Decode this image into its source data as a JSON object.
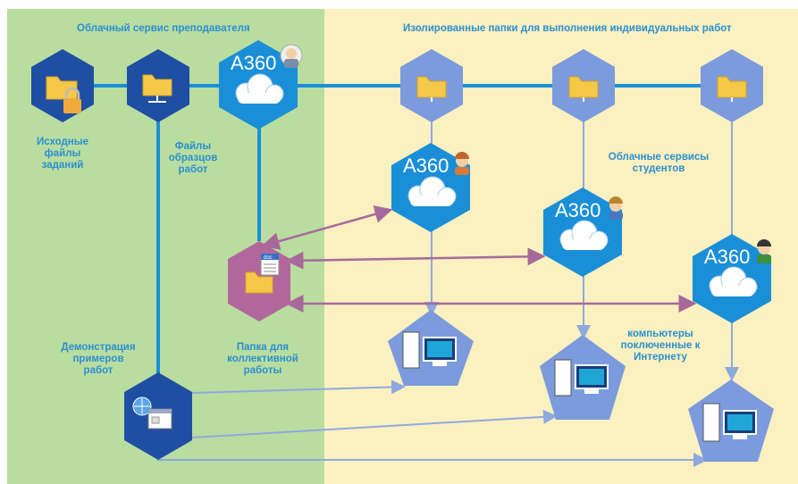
{
  "headings": {
    "teacher_cloud": "Облачный сервис преподавателя",
    "isolated_folders": "Изолированные папки для выполнения индивидуальных работ"
  },
  "labels": {
    "source_files": [
      "Исходные",
      "файлы",
      "заданий"
    ],
    "sample_files": [
      "Файлы",
      "образцов",
      "работ"
    ],
    "student_cloud": [
      "Облачные сервисы",
      "студентов"
    ],
    "demo": [
      "Демонстрация",
      "примеров",
      "работ"
    ],
    "shared_folder": [
      "Папка для",
      "коллективной",
      "работы"
    ],
    "internet_pcs": [
      "компьютеры",
      "поключенные к",
      "Интернету"
    ]
  },
  "cloud_badge": "A360",
  "doc_badge": "doc",
  "icons": [
    "folder-lock-icon",
    "folder-network-icon",
    "cloud-icon",
    "teacher-avatar-icon",
    "student-avatar-icon",
    "document-icon",
    "computer-icon",
    "globe-window-icon"
  ],
  "colors": {
    "teacher_zone": "#b9dd9f",
    "student_zone": "#fbf0bf",
    "dark_hex": "#1f4fa3",
    "cloud_hex": "#1a8fd8",
    "light_hex": "#7c9bdc",
    "shared_hex": "#b2679c",
    "link_blue": "#1a8fd8",
    "link_lightblue": "#8fa8e0",
    "link_purple": "#a7699b",
    "label_blue": "#2b8fd0"
  }
}
